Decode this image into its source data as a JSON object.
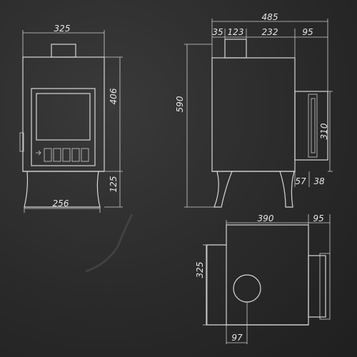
{
  "front_view": {
    "width_top": "325",
    "height_body": "406",
    "height_legs": "125",
    "width_base": "256"
  },
  "side_view": {
    "depth_total": "485",
    "seg_a": "35",
    "seg_b": "123",
    "seg_c": "232",
    "seg_d": "95",
    "height_total": "590",
    "handle_height": "310",
    "foot_a": "57",
    "foot_b": "38"
  },
  "top_view": {
    "width": "390",
    "handle_depth": "95",
    "depth": "325",
    "flue_offset": "97"
  },
  "colors": {
    "line": "#d8d8d8",
    "background": "#2b2b2b"
  }
}
